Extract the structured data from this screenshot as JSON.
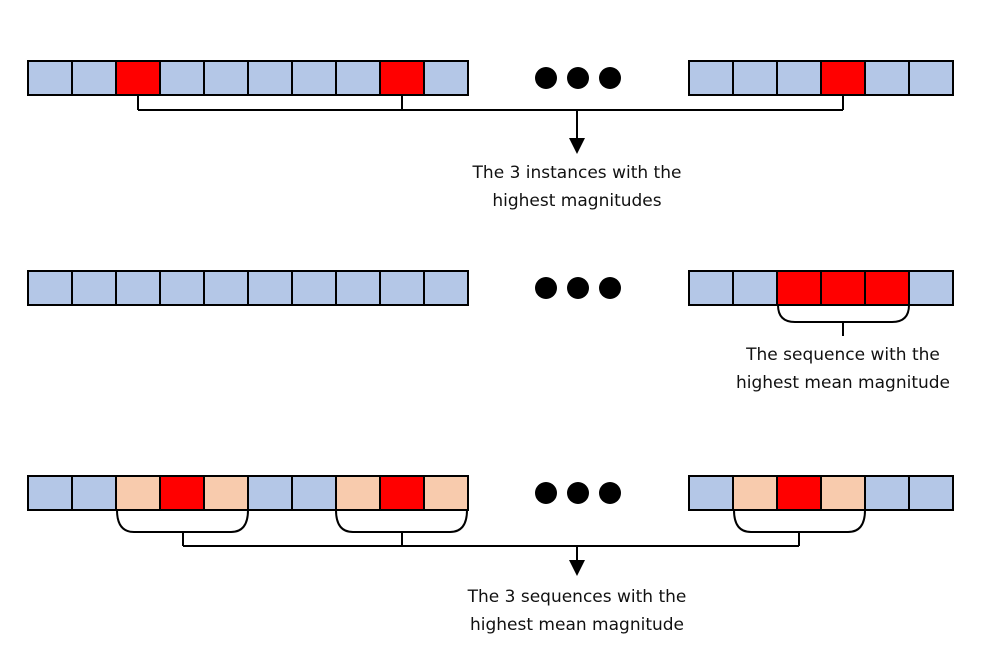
{
  "colors": {
    "normal": "#b4c7e7",
    "highlight": "#ff0000",
    "neighbor": "#f8cbad",
    "outline": "#000000"
  },
  "rows": [
    {
      "left_cells": [
        "normal",
        "normal",
        "highlight",
        "normal",
        "normal",
        "normal",
        "normal",
        "normal",
        "highlight",
        "normal"
      ],
      "right_cells": [
        "normal",
        "normal",
        "normal",
        "highlight",
        "normal",
        "normal"
      ],
      "caption": [
        "The 3 instances with the",
        "highest magnitudes"
      ]
    },
    {
      "left_cells": [
        "normal",
        "normal",
        "normal",
        "normal",
        "normal",
        "normal",
        "normal",
        "normal",
        "normal",
        "normal"
      ],
      "right_cells": [
        "normal",
        "normal",
        "highlight",
        "highlight",
        "highlight",
        "normal"
      ],
      "caption": [
        "The sequence with the",
        "highest mean magnitude"
      ]
    },
    {
      "left_cells": [
        "normal",
        "normal",
        "neighbor",
        "highlight",
        "neighbor",
        "normal",
        "normal",
        "neighbor",
        "highlight",
        "neighbor"
      ],
      "right_cells": [
        "normal",
        "neighbor",
        "highlight",
        "neighbor",
        "normal",
        "normal"
      ],
      "caption": [
        "The 3 sequences with the",
        "highest mean magnitude"
      ]
    }
  ],
  "ellipsis_icon": "three-dots-icon"
}
